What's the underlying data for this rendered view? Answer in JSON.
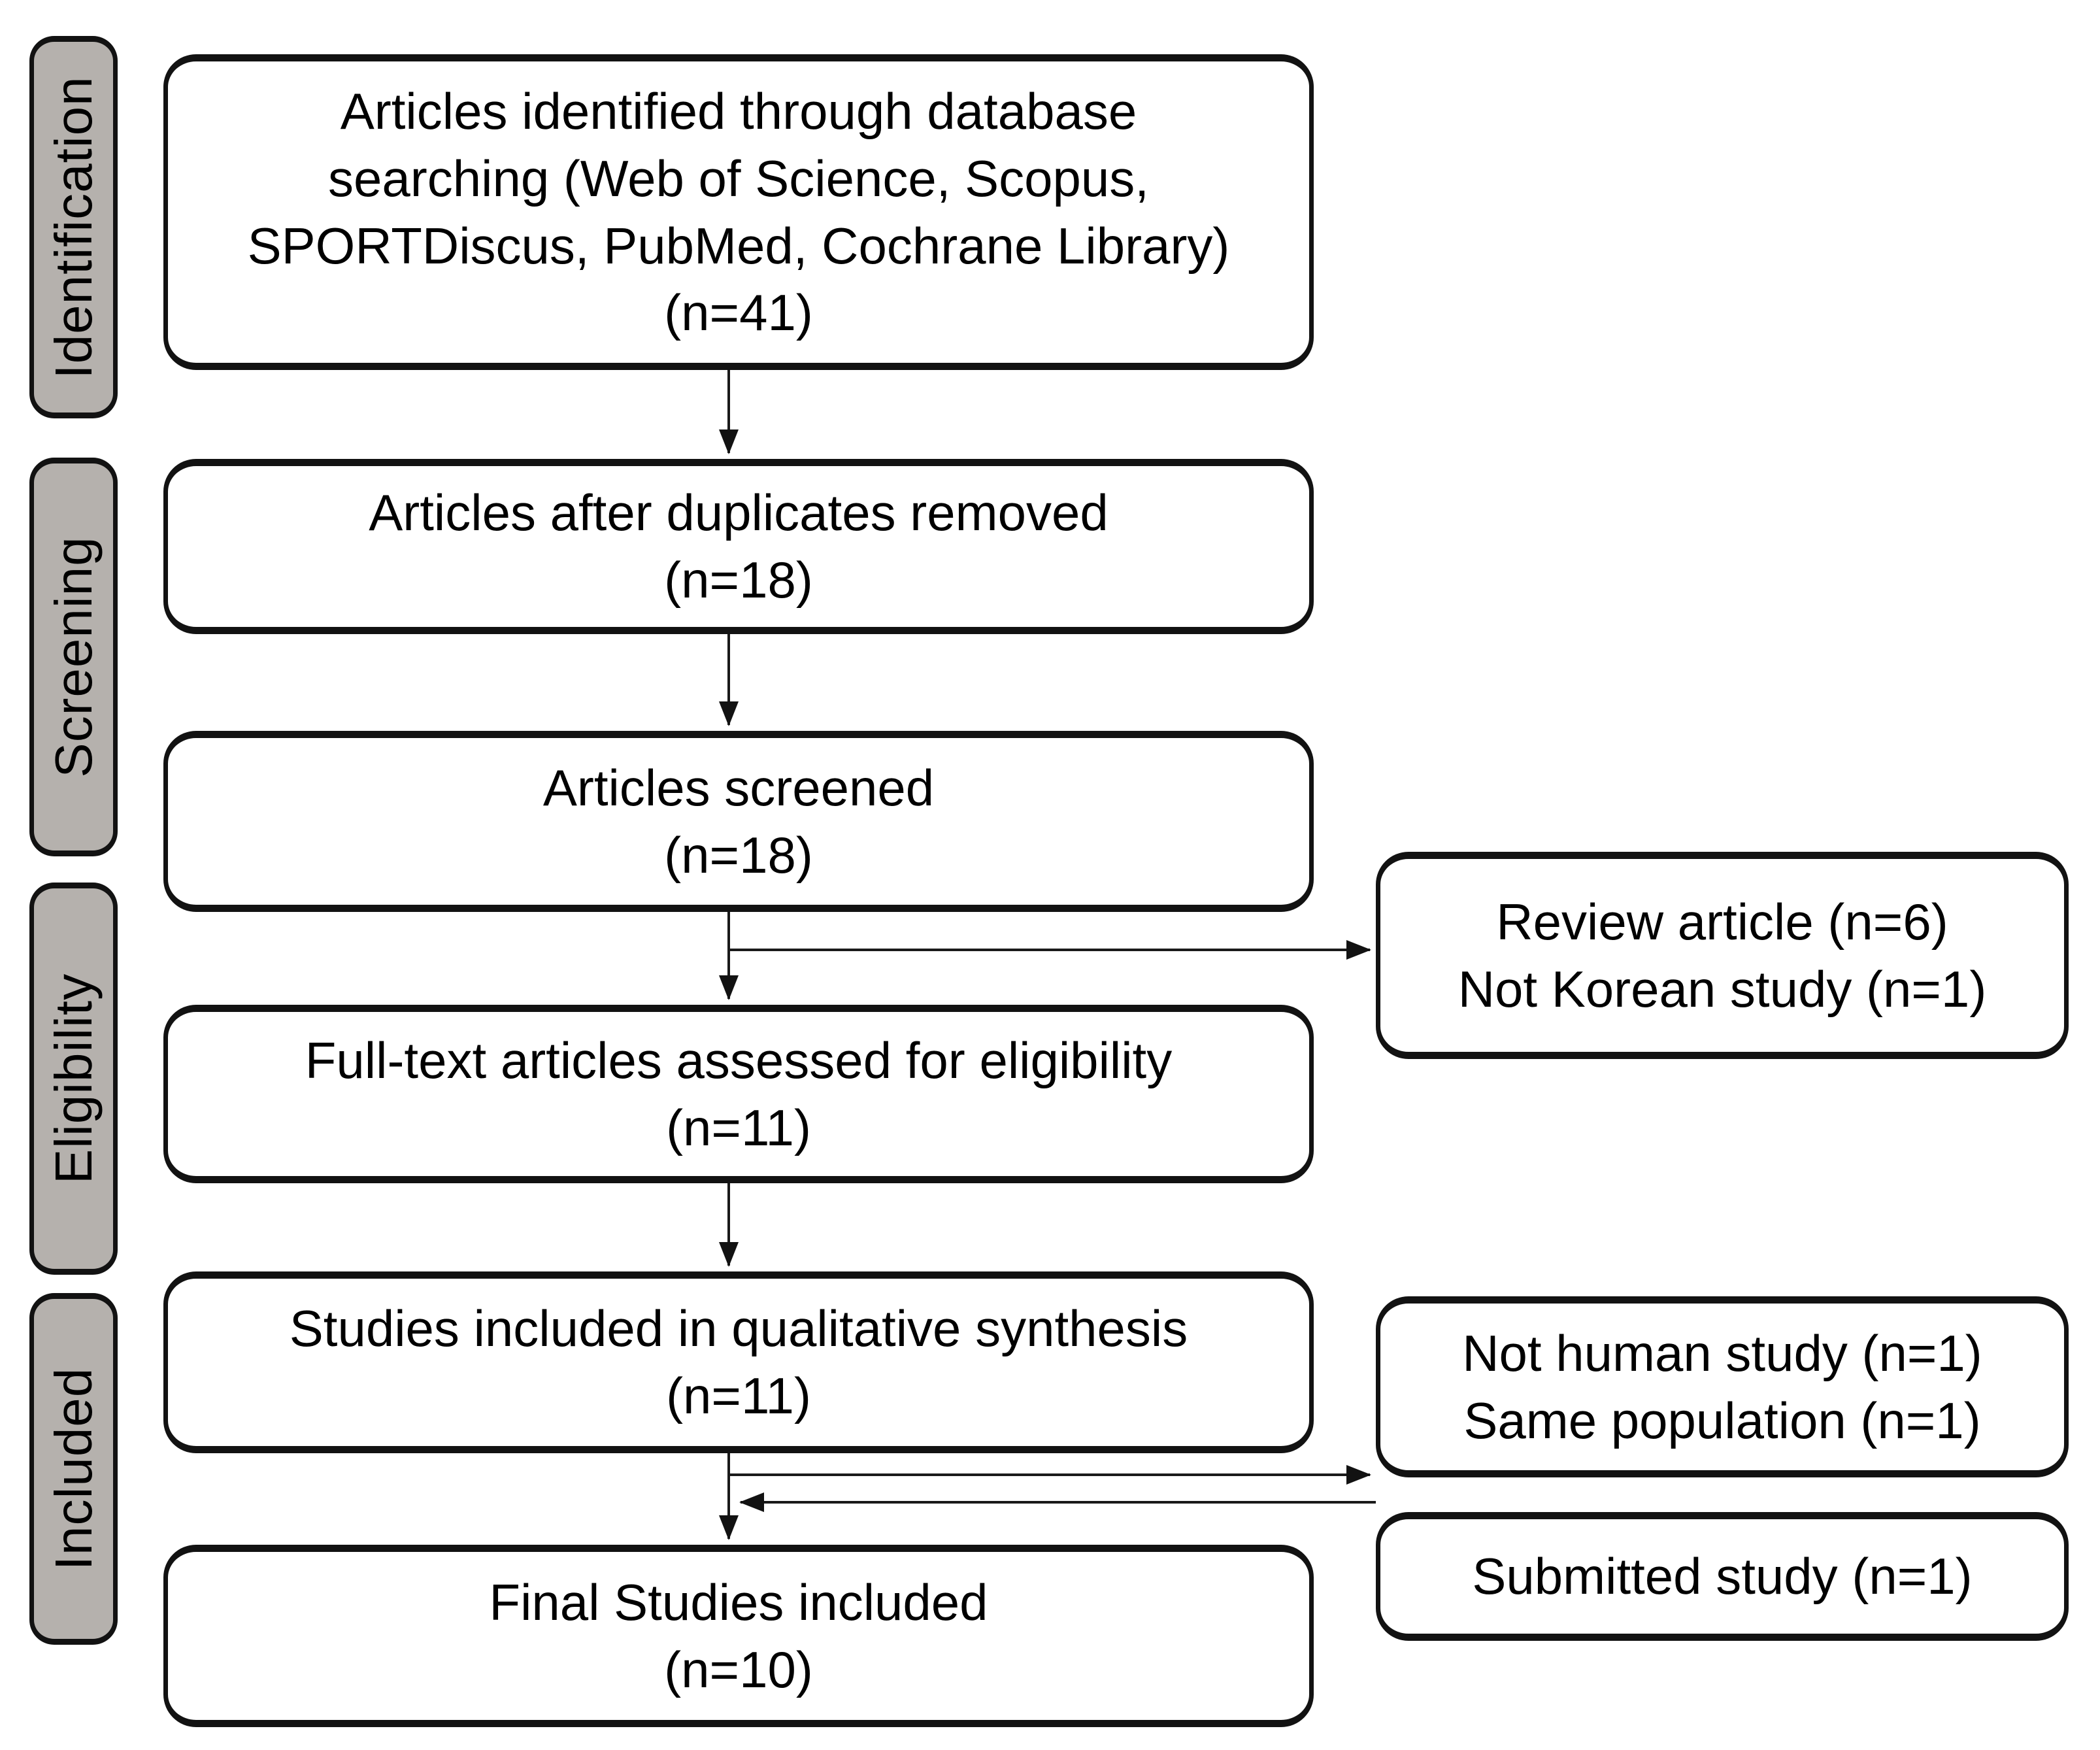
{
  "colors": {
    "background": "#ffffff",
    "box_border": "#121212",
    "sidebar_fill": "#b5b1ad",
    "text": "#000000"
  },
  "sidebar": {
    "items": [
      {
        "label": "Identification"
      },
      {
        "label": "Screening"
      },
      {
        "label": "Eligibility"
      },
      {
        "label": "Included"
      }
    ]
  },
  "flow": {
    "boxes": [
      {
        "id": "identified",
        "n": 41,
        "text": "Articles identified through database\nsearching (Web of Science, Scopus,\nSPORTDiscus, PubMed, Cochrane Library)\n(n=41)"
      },
      {
        "id": "deduplicated",
        "n": 18,
        "text": "Articles after duplicates removed\n(n=18)"
      },
      {
        "id": "screened",
        "n": 18,
        "text": "Articles screened\n(n=18)"
      },
      {
        "id": "fulltext",
        "n": 11,
        "text": "Full-text articles assessed for eligibility\n(n=11)"
      },
      {
        "id": "qualitative",
        "n": 11,
        "text": "Studies included in qualitative synthesis\n(n=11)"
      },
      {
        "id": "final",
        "n": 10,
        "text": "Final Studies included\n(n=10)"
      }
    ],
    "exclusions": [
      {
        "id": "screening-exclusions",
        "text": "Review article (n=6)\nNot Korean study (n=1)"
      },
      {
        "id": "eligibility-exclusions",
        "text": "Not human study (n=1)\nSame population (n=1)"
      },
      {
        "id": "added-study",
        "text": "Submitted study (n=1)"
      }
    ]
  }
}
